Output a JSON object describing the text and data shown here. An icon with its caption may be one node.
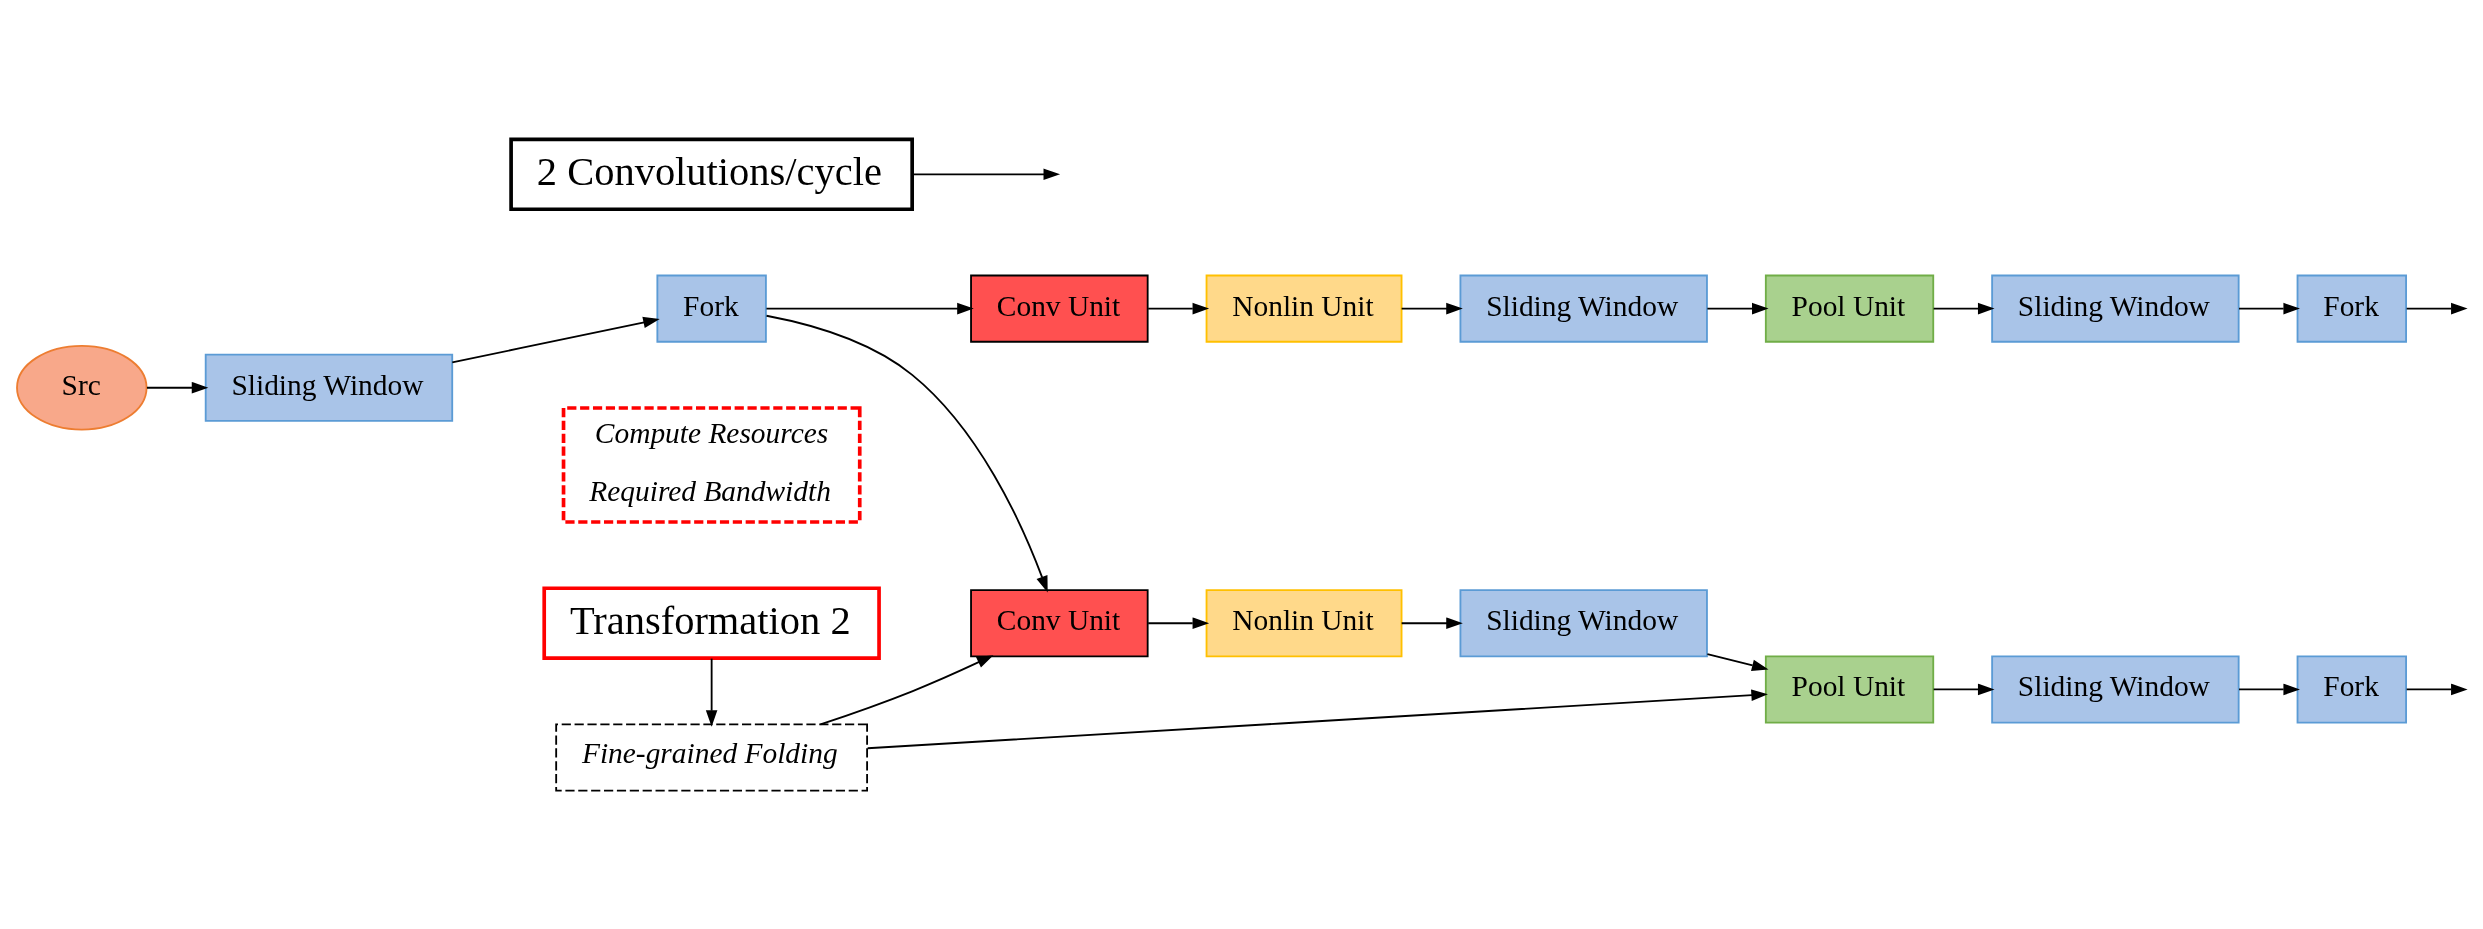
{
  "diagram": {
    "nodes": [
      {
        "text": [
          "Src"
        ]
      },
      {
        "text": [
          "Sliding Window"
        ]
      },
      {
        "text": [
          "Fork"
        ]
      },
      {
        "text": [
          "Conv Unit"
        ]
      },
      {
        "text": [
          "Nonlin Unit"
        ]
      },
      {
        "text": [
          "Sliding Window"
        ]
      },
      {
        "text": [
          "Pool Unit"
        ]
      },
      {
        "text": [
          "Sliding Window"
        ]
      },
      {
        "text": [
          "Fork"
        ]
      },
      {
        "text": [
          "Conv Unit"
        ]
      },
      {
        "text": [
          "Nonlin Unit"
        ]
      },
      {
        "text": [
          "Sliding Window"
        ]
      },
      {
        "text": [
          "Pool Unit"
        ]
      },
      {
        "text": [
          "Sliding Window"
        ]
      },
      {
        "text": [
          "Fork"
        ]
      },
      {
        "text": [
          "2 Convolutions/cycle"
        ]
      },
      {
        "text": [
          "Fine-grained Folding"
        ]
      },
      {
        "text": [
          "Transformation 2"
        ]
      },
      {
        "text": [
          "Compute Resources",
          "Required Bandwidth"
        ]
      }
    ],
    "edges": [
      {
        "from": 0,
        "to": 1,
        "arrow": "to"
      },
      {
        "from": 1,
        "to": 2,
        "arrow": "to"
      },
      {
        "from": 2,
        "to": 3,
        "arrow": "to"
      },
      {
        "from": 2,
        "to": 9,
        "arrow": "to"
      },
      {
        "from": 3,
        "to": 4,
        "arrow": "to"
      },
      {
        "from": 4,
        "to": 5,
        "arrow": "to"
      },
      {
        "from": 5,
        "to": 6,
        "arrow": "to"
      },
      {
        "from": 6,
        "to": 7,
        "arrow": "to"
      },
      {
        "from": 7,
        "to": 8,
        "arrow": "to"
      },
      {
        "from": 8,
        "to": null,
        "arrow": "to"
      },
      {
        "from": 9,
        "to": 10,
        "arrow": "to"
      },
      {
        "from": 10,
        "to": 11,
        "arrow": "to"
      },
      {
        "from": 11,
        "to": 12,
        "arrow": "to"
      },
      {
        "from": 12,
        "to": 13,
        "arrow": "to"
      },
      {
        "from": 13,
        "to": 14,
        "arrow": "to"
      },
      {
        "from": 14,
        "to": null,
        "arrow": "to"
      },
      {
        "from": 15,
        "to": null,
        "arrow": "to"
      },
      {
        "from": 16,
        "to": 9,
        "arrow": "to"
      },
      {
        "from": 16,
        "to": 12,
        "arrow": "to"
      },
      {
        "from": 17,
        "to": 16,
        "arrow": "to"
      }
    ]
  }
}
